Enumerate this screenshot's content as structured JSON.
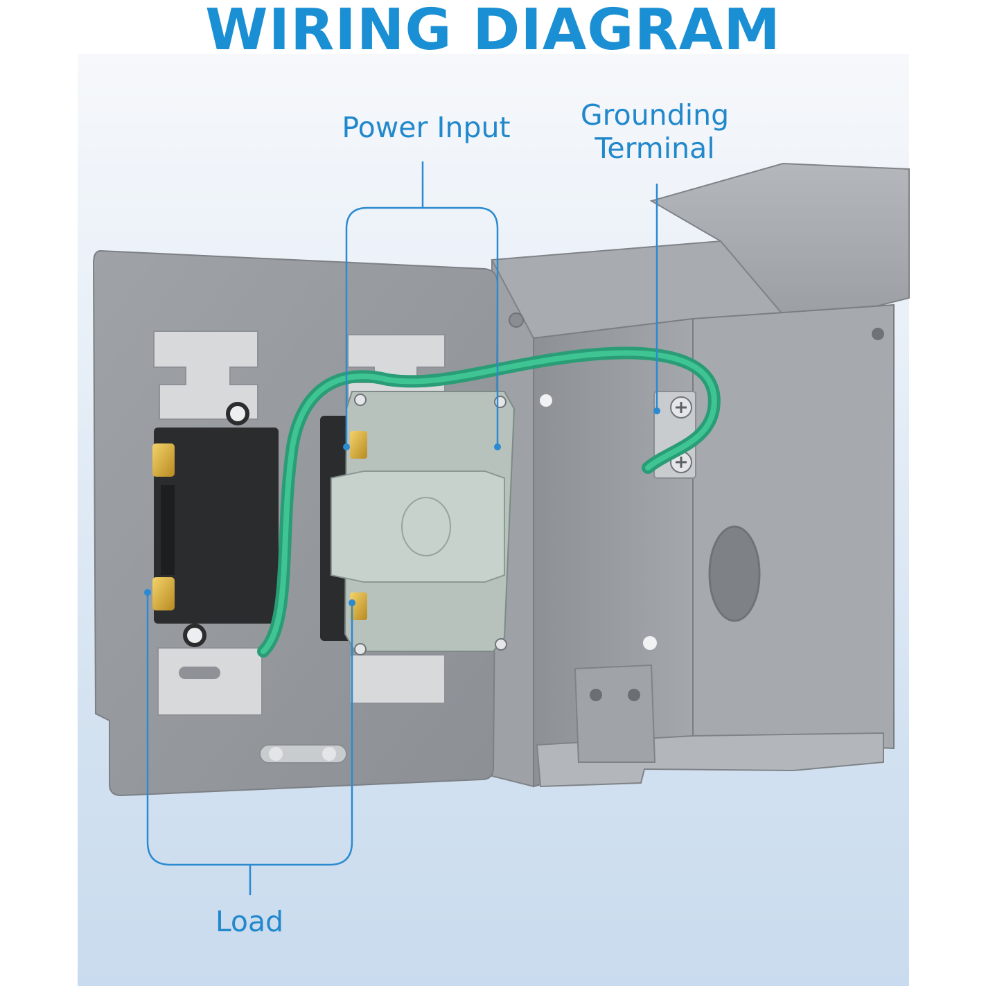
{
  "title": "WIRING DIAGRAM",
  "callouts": {
    "power_input": "Power Input",
    "grounding_terminal": "Grounding Terminal",
    "load": "Load"
  },
  "accent_color": "#1b8fd3"
}
